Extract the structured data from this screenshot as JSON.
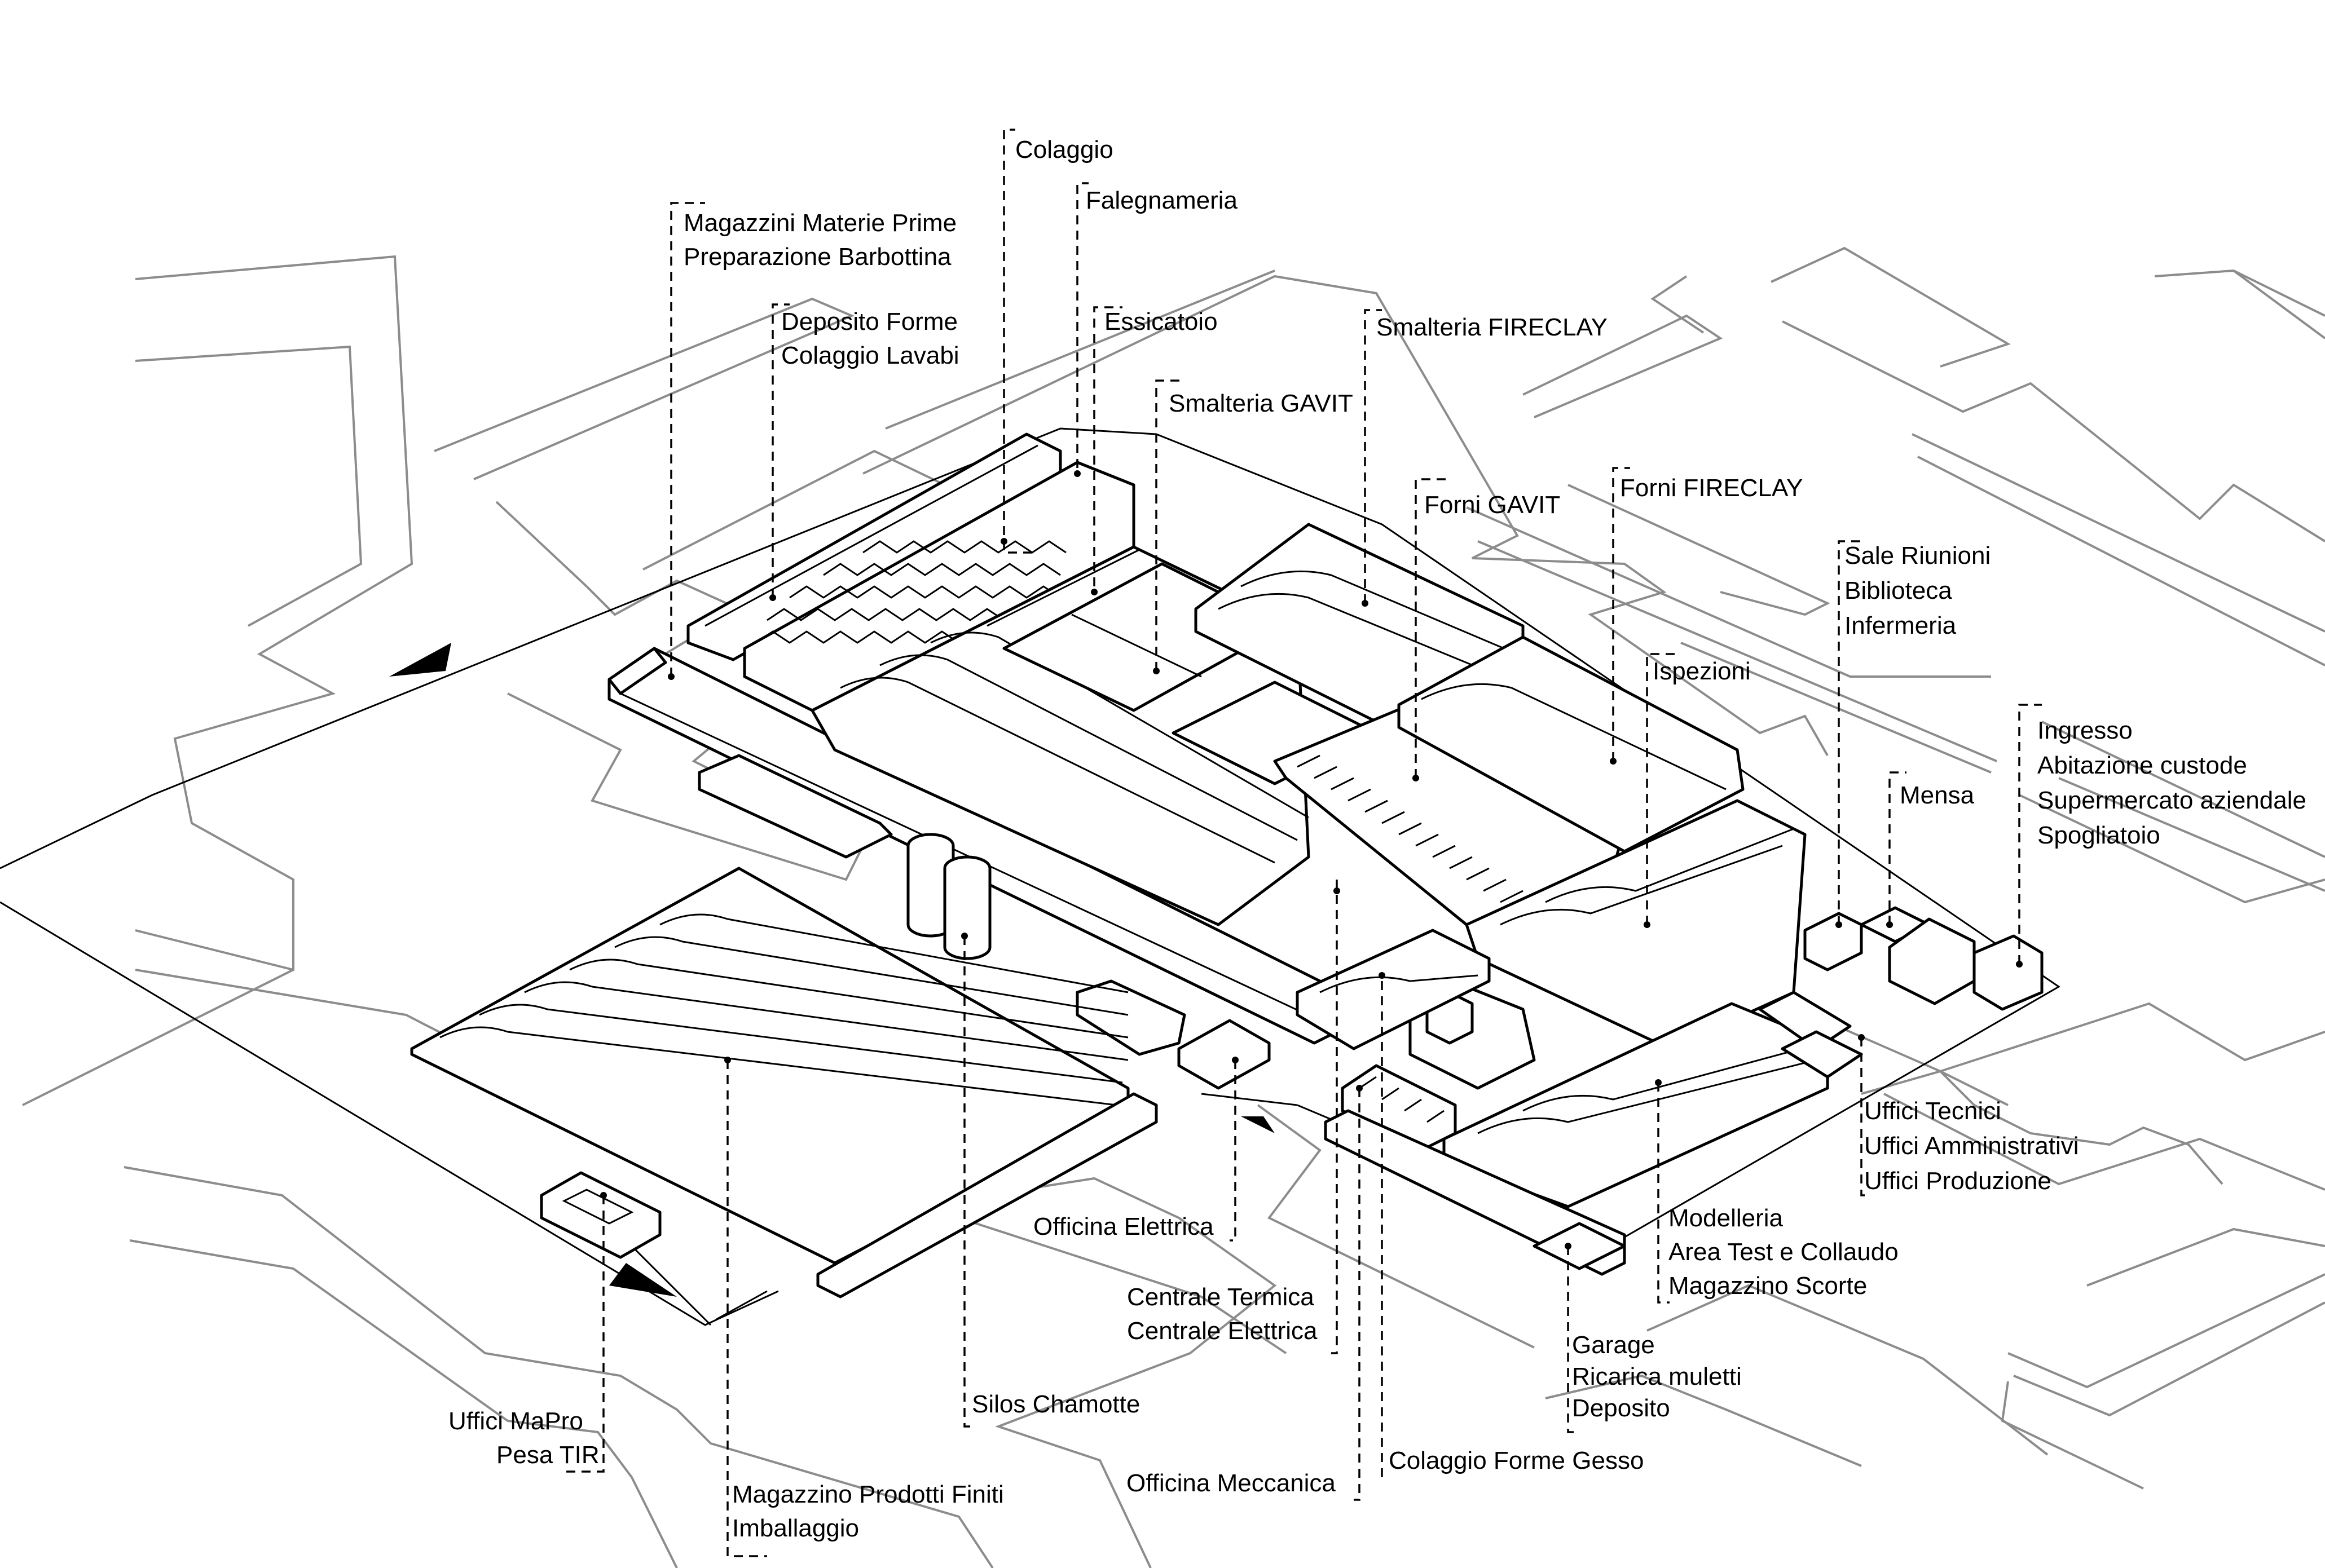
{
  "labels": {
    "colaggio": [
      "Colaggio"
    ],
    "falegnameria": [
      "Falegnameria"
    ],
    "magazzini_materie_prime": [
      "Magazzini Materie Prime",
      "Preparazione Barbottina"
    ],
    "deposito_forme": [
      "Deposito Forme",
      "Colaggio Lavabi"
    ],
    "essicatoio": [
      "Essicatoio"
    ],
    "smalteria_gavit": [
      "Smalteria GAVIT"
    ],
    "smalteria_fireclay": [
      "Smalteria FIRECLAY"
    ],
    "forni_gavit": [
      "Forni GAVIT"
    ],
    "forni_fireclay": [
      "Forni FIRECLAY"
    ],
    "sale_riunioni": [
      "Sale Riunioni",
      "Biblioteca",
      "Infermeria"
    ],
    "ispezioni": [
      "Ispezioni"
    ],
    "ingresso": [
      "Ingresso",
      "Abitazione custode",
      "Supermercato aziendale",
      "Spogliatoio"
    ],
    "mensa": [
      "Mensa"
    ],
    "uffici_tecnici": [
      "Uffici Tecnici",
      "Uffici Amministrativi",
      "Uffici Produzione"
    ],
    "modelleria": [
      "Modelleria",
      "Area Test e Collaudo",
      "Magazzino Scorte"
    ],
    "officina_elettrica": [
      "Officina Elettrica"
    ],
    "centrale_termica": [
      "Centrale Termica",
      "Centrale Elettrica"
    ],
    "garage": [
      "Garage",
      "Ricarica muletti",
      "Deposito"
    ],
    "silos_chamotte": [
      "Silos Chamotte"
    ],
    "uffici_mapro": [
      "Uffici MaPro",
      "Pesa TIR"
    ],
    "officina_meccanica": [
      "Officina Meccanica"
    ],
    "colaggio_forme_gesso": [
      "Colaggio Forme Gesso"
    ],
    "magazzino_prodotti_finiti": [
      "Magazzino Prodotti Finiti",
      "Imballaggio"
    ]
  }
}
